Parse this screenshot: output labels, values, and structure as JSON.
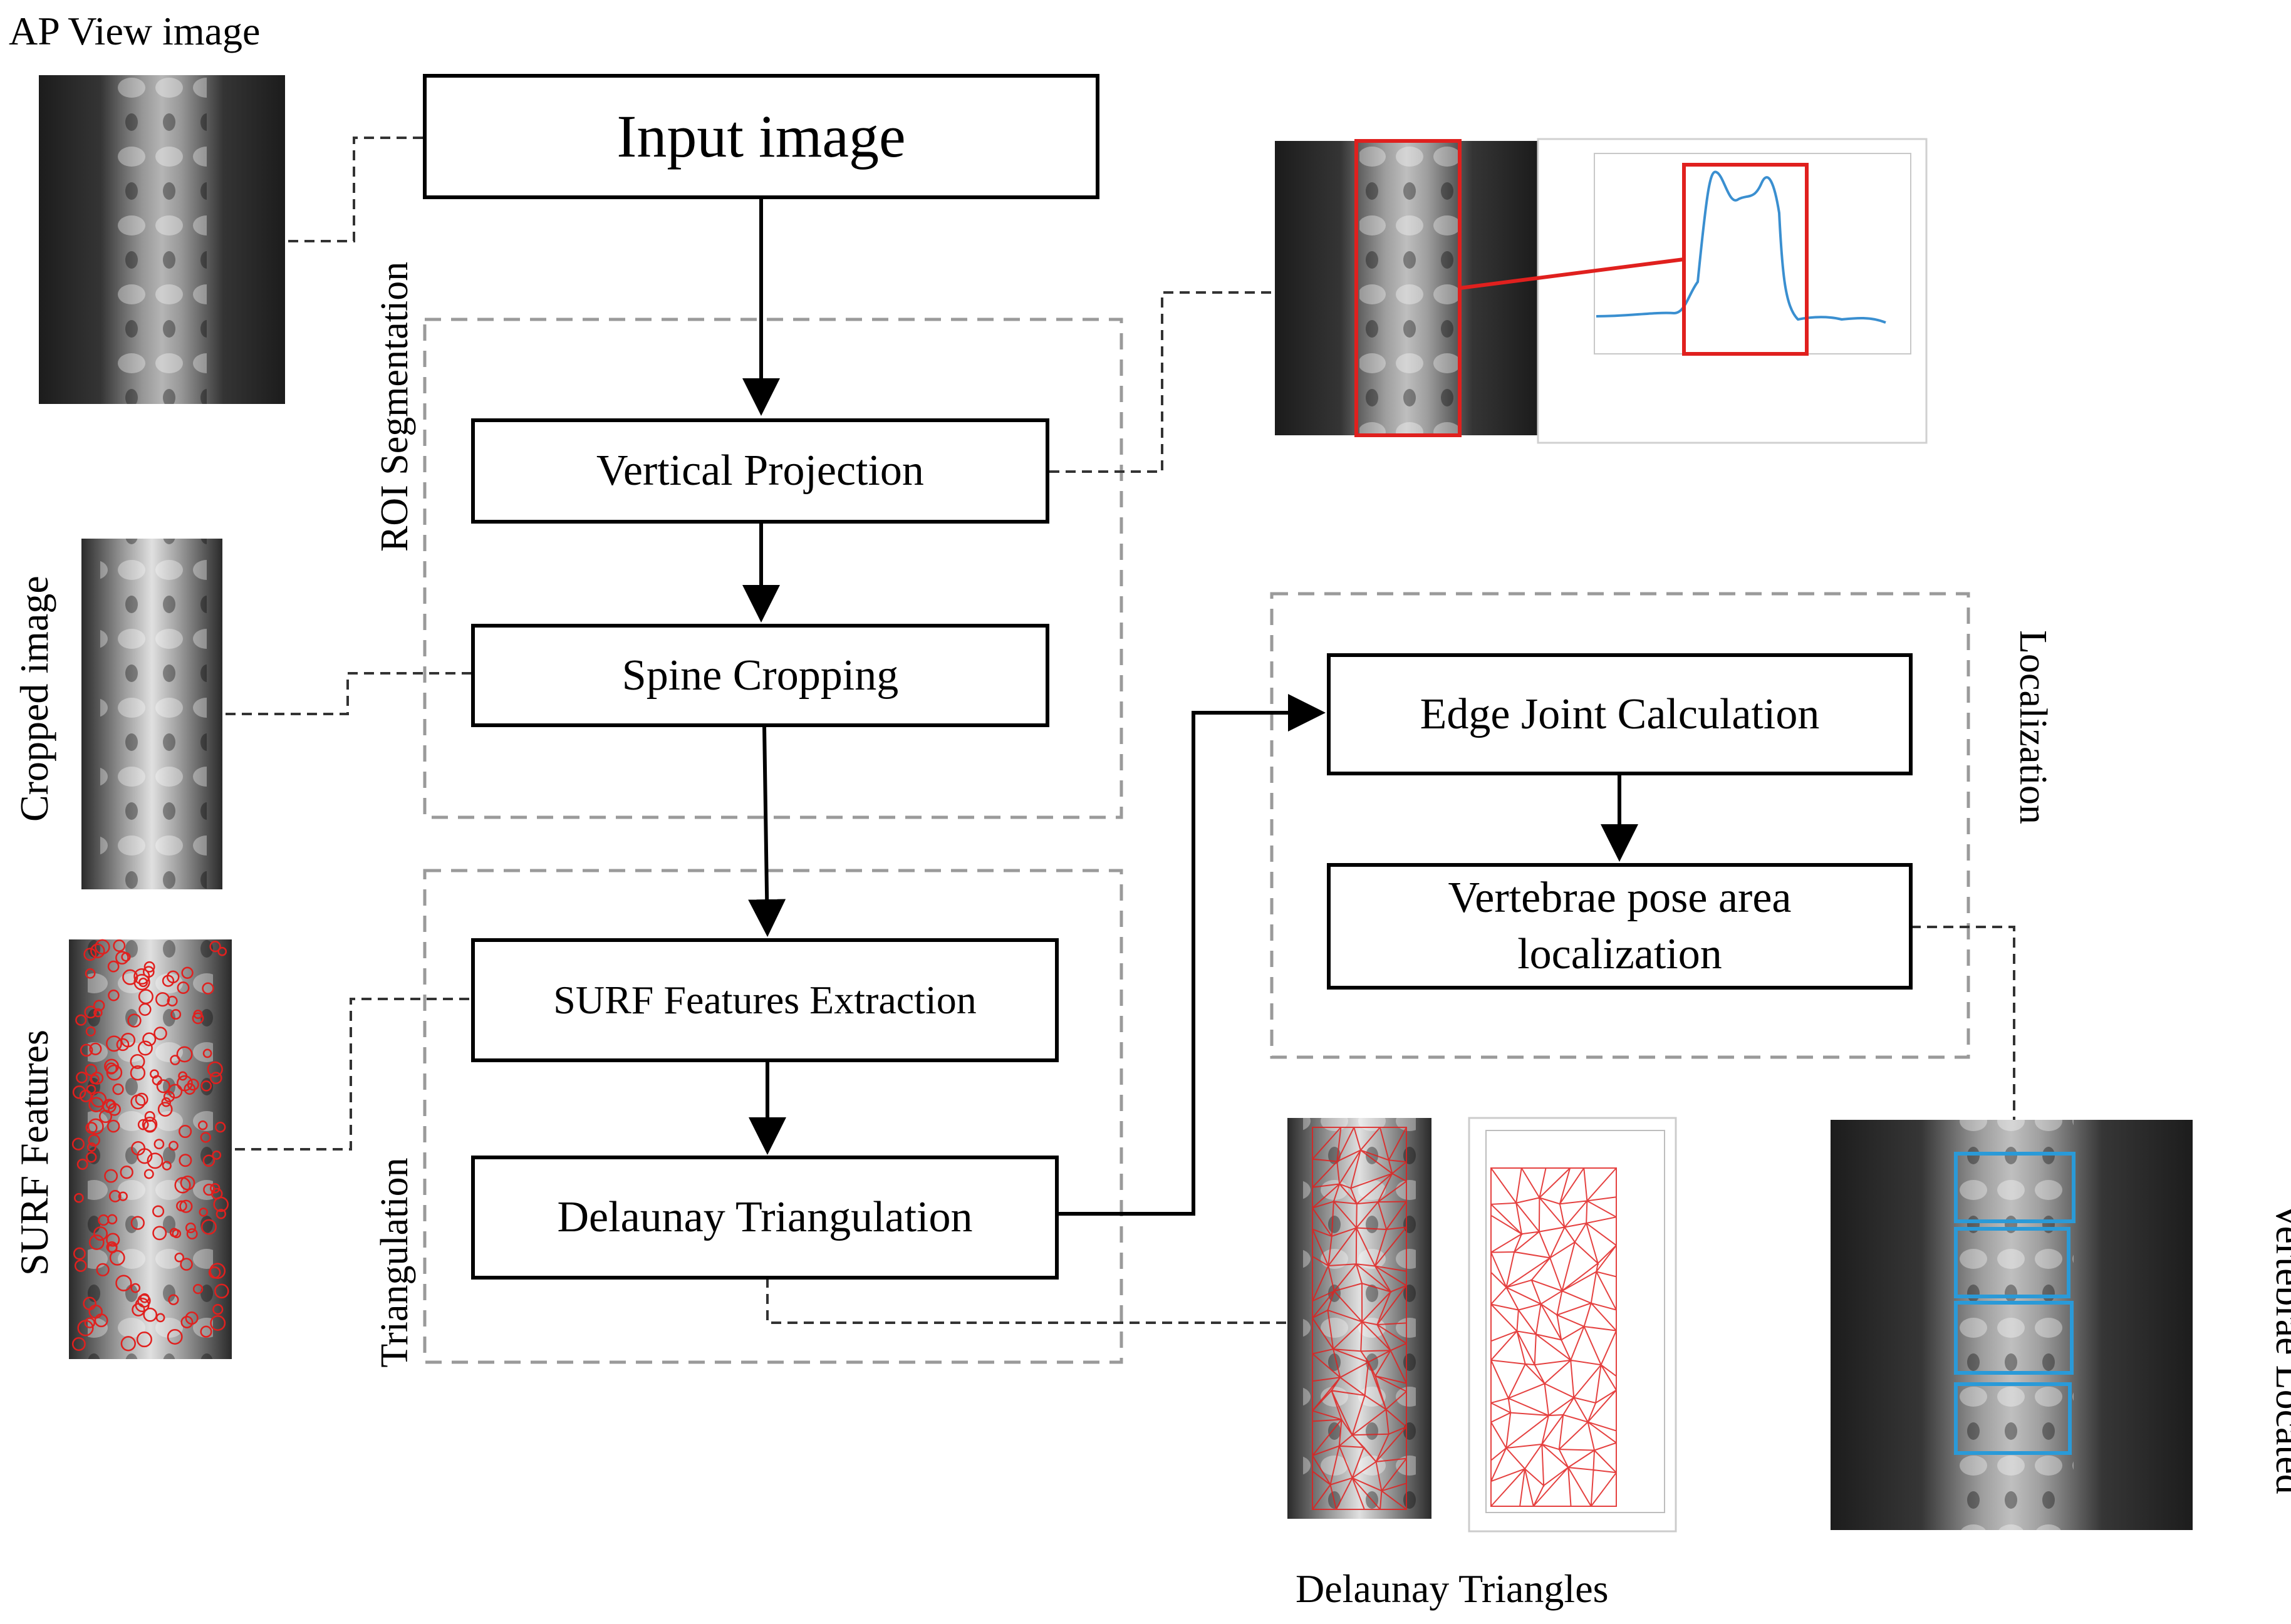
{
  "side_images": {
    "ap_view": "AP View image",
    "cropped": "Cropped image",
    "surf": "SURF Features"
  },
  "groups": {
    "roi": "ROI Segmentation",
    "triangulation": "Triangulation",
    "localization": "Localization"
  },
  "steps": {
    "input_image": "Input image",
    "vertical_projection": "Vertical Projection",
    "spine_cropping": "Spine Cropping",
    "surf_extraction": "SURF Features Extraction",
    "delaunay": "Delaunay Triangulation",
    "edge_joint": "Edge Joint Calculation",
    "vertebrae_pose_line1": "Vertebrae pose area",
    "vertebrae_pose_line2": "localization"
  },
  "outputs": {
    "delaunay_triangles": "Delaunay Triangles",
    "vertebrae_located": "Vertebrae Located"
  },
  "colors": {
    "box_border": "#000000",
    "group_border": "#9a9a9a",
    "highlight_red": "#e0201e",
    "projection_curve": "#3a8fd0",
    "vertebra_box": "#2a9ad8"
  }
}
